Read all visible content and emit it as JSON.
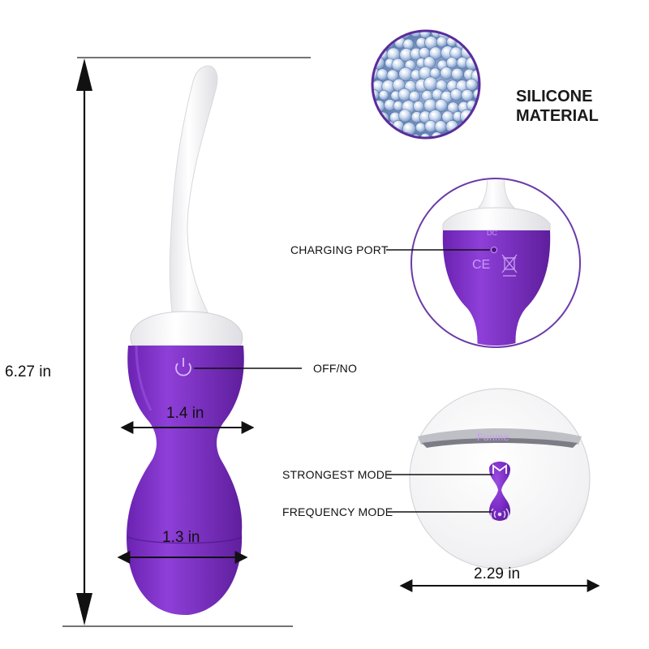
{
  "dimensions": {
    "height": "6.27 in",
    "upper_width": "1.4 in",
    "lower_width": "1.3 in",
    "remote_width": "2.29 in"
  },
  "labels": {
    "power": "OFF/NO",
    "charging": "CHARGING PORT",
    "strongest": "STRONGEST MODE",
    "frequency": "FREQUENCY MODE",
    "material_line1": "SILICONE",
    "material_line2": "MATERIAL"
  },
  "device": {
    "dc_mark": "DC",
    "ce_mark": "CE",
    "brand": "Funme"
  },
  "colors": {
    "purple": "#7a2bc4",
    "purple_dark": "#5e1e9c",
    "white": "#ffffff",
    "ring": "#6a3aa8"
  }
}
